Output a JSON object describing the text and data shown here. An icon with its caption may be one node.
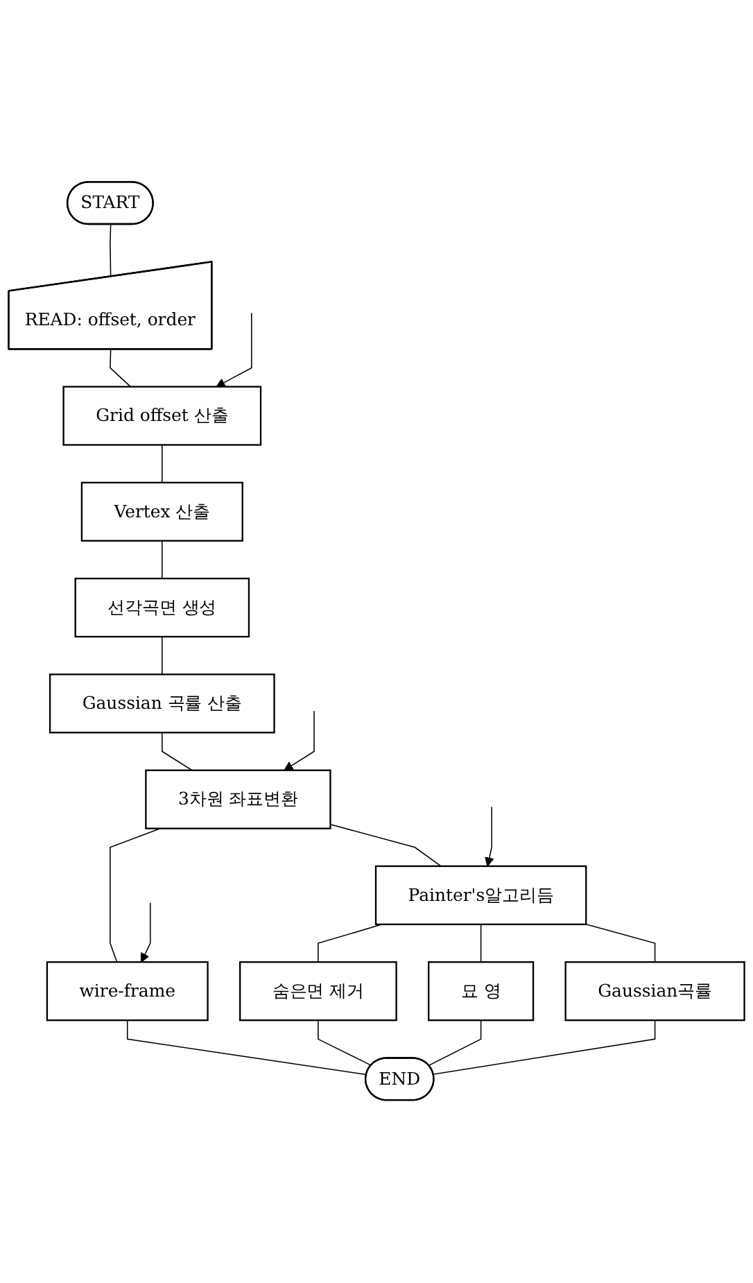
{
  "diagram": {
    "nodes": [
      {
        "text": [
          "START"
        ]
      },
      {
        "text": [
          "READ: offset, order"
        ]
      },
      {
        "text": [
          "Grid offset 산출"
        ]
      },
      {
        "text": [
          "Vertex 산출"
        ]
      },
      {
        "text": [
          "선각곡면 생성"
        ]
      },
      {
        "text": [
          "Gaussian 곡률 산출"
        ]
      },
      {
        "text": [
          "3차원 좌표변환"
        ]
      },
      {
        "text": [
          "wire-frame"
        ]
      },
      {
        "text": [
          "Painter's알고리듬"
        ]
      },
      {
        "text": [
          "숨은면 제거"
        ]
      },
      {
        "text": [
          "묘 영"
        ]
      },
      {
        "text": [
          "Gaussian곡률"
        ]
      },
      {
        "text": [
          "END"
        ]
      }
    ],
    "edges": [
      {
        "from": 0,
        "to": 1,
        "arrow": "none"
      },
      {
        "from": 1,
        "to": 2,
        "arrow": "none"
      },
      {
        "from": null,
        "to": 2,
        "arrow": "to"
      },
      {
        "from": 2,
        "to": 3,
        "arrow": "none"
      },
      {
        "from": 3,
        "to": 4,
        "arrow": "none"
      },
      {
        "from": 4,
        "to": 5,
        "arrow": "none"
      },
      {
        "from": 5,
        "to": 6,
        "arrow": "none"
      },
      {
        "from": null,
        "to": 6,
        "arrow": "to"
      },
      {
        "from": 6,
        "to": 7,
        "arrow": "none"
      },
      {
        "from": 6,
        "to": 8,
        "arrow": "none"
      },
      {
        "from": null,
        "to": 7,
        "arrow": "to"
      },
      {
        "from": null,
        "to": 8,
        "arrow": "to"
      },
      {
        "from": 8,
        "to": 9,
        "arrow": "none"
      },
      {
        "from": 8,
        "to": 10,
        "arrow": "none"
      },
      {
        "from": 8,
        "to": 11,
        "arrow": "none"
      },
      {
        "from": 7,
        "to": 12,
        "arrow": "none"
      },
      {
        "from": 9,
        "to": 12,
        "arrow": "none"
      },
      {
        "from": 10,
        "to": 12,
        "arrow": "none"
      },
      {
        "from": 11,
        "to": 12,
        "arrow": "none"
      }
    ]
  }
}
